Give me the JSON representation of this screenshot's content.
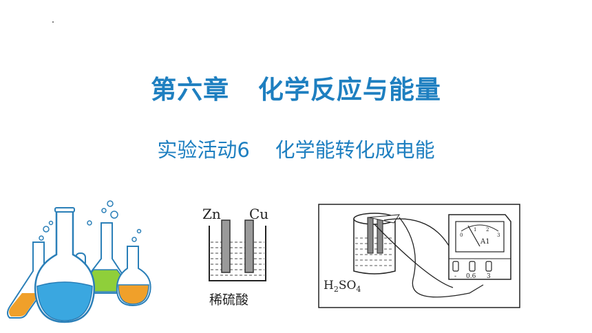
{
  "slide": {
    "title": "第六章   化学反应与能量",
    "subtitle": "实验活动6    化学能转化成电能"
  },
  "figures": {
    "flasks": {
      "icon": "lab-flasks-illustration"
    },
    "cell": {
      "left_electrode": "Zn",
      "right_electrode": "Cu",
      "electrolyte": "稀硫酸"
    },
    "circuit": {
      "solution_label": "H2SO4",
      "meter_label": "A1",
      "scale_labels": [
        "0",
        "1",
        "2",
        "3"
      ],
      "terminal_labels": [
        "-",
        "0.6",
        "3"
      ]
    }
  },
  "colors": {
    "title": "#1e7fc0",
    "flask_outline": "#2a7fb8",
    "liquid_blue": "#3aa7e0",
    "liquid_green": "#8fcf3a",
    "liquid_orange": "#f0a02a",
    "liquid_yellow": "#f6d63a"
  }
}
